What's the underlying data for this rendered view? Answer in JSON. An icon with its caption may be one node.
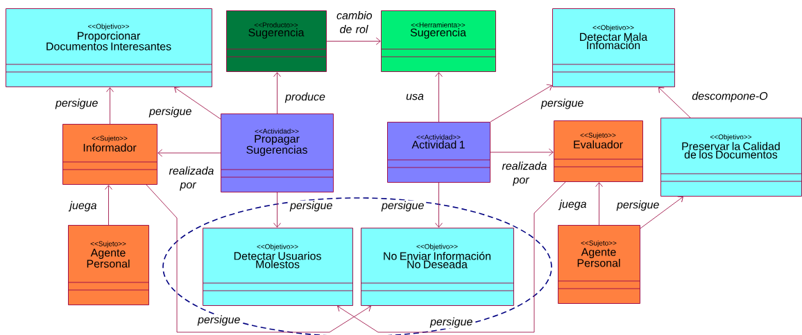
{
  "diagram": {
    "nodes": [
      {
        "text": [
          "<<Objetivo>>",
          "Proporcionar Documentos Interesantes"
        ]
      },
      {
        "text": [
          "<<Producto>>",
          "Sugerencia"
        ]
      },
      {
        "text": [
          "<<Herramienta>>",
          "Sugerencia"
        ]
      },
      {
        "text": [
          "<<Objetivo>>",
          "Detectar Mala Infomación"
        ]
      },
      {
        "text": [
          "<<Sujeto>>",
          "Informador"
        ]
      },
      {
        "text": [
          "<<Actividad>>",
          "Propagar Sugerencias"
        ]
      },
      {
        "text": [
          "<<Actividad>>",
          "Actividad 1"
        ]
      },
      {
        "text": [
          "<<Sujeto>>",
          "Evaluador"
        ]
      },
      {
        "text": [
          "<<Objetivo>>",
          "Preservar la Calidad de los Documentos"
        ]
      },
      {
        "text": [
          "<<Sujeto>>",
          "Agente Personal"
        ]
      },
      {
        "text": [
          "<<Objetivo>>",
          "Detectar Usuarios Molestos"
        ]
      },
      {
        "text": [
          "<<Objetivo>>",
          "No Enviar Información No Deseada"
        ]
      },
      {
        "text": [
          "<<Sujeto>>",
          "Agente Personal"
        ]
      }
    ],
    "edges": [
      {
        "from": 4,
        "to": 0,
        "arrow": "to",
        "label": "persigue"
      },
      {
        "from": 5,
        "to": 0,
        "arrow": "to",
        "label": "persigue"
      },
      {
        "from": 5,
        "to": 1,
        "arrow": "to",
        "label": "produce"
      },
      {
        "from": 1,
        "to": 2,
        "arrow": "to",
        "label": "cambio de rol"
      },
      {
        "from": 6,
        "to": 2,
        "arrow": "to",
        "label": "usa"
      },
      {
        "from": 6,
        "to": 3,
        "arrow": "to",
        "label": "persigue"
      },
      {
        "from": 8,
        "to": 3,
        "arrow": "to",
        "label": "descompone-O"
      },
      {
        "from": 5,
        "to": 4,
        "arrow": "to",
        "label": "realizada por"
      },
      {
        "from": 6,
        "to": 7,
        "arrow": "to",
        "label": "realizada por"
      },
      {
        "from": 9,
        "to": 4,
        "arrow": "to",
        "label": "juega"
      },
      {
        "from": 12,
        "to": 7,
        "arrow": "to",
        "label": "juega"
      },
      {
        "from": 12,
        "to": 8,
        "arrow": "to",
        "label": "persigue"
      },
      {
        "from": 5,
        "to": 10,
        "arrow": "to",
        "label": "persigue"
      },
      {
        "from": 6,
        "to": 11,
        "arrow": "to",
        "label": "persigue"
      },
      {
        "from": 4,
        "to": 11,
        "arrow": "to",
        "label": "persigue"
      },
      {
        "from": 7,
        "to": 10,
        "arrow": "to",
        "label": "persigue"
      }
    ]
  }
}
